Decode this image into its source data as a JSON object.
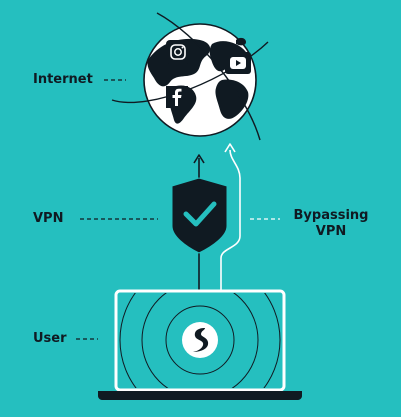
{
  "labels": {
    "internet": "Internet",
    "vpn": "VPN",
    "bypassing_line1": "Bypassing",
    "bypassing_line2": "VPN",
    "user": "User"
  },
  "icons": {
    "instagram": "instagram-icon",
    "youtube": "youtube-icon",
    "facebook": "facebook-icon",
    "shield": "shield-check-icon",
    "brand": "surfshark-logo-icon"
  },
  "colors": {
    "background": "#25bfbf",
    "ink": "#101a22",
    "white": "#ffffff"
  }
}
